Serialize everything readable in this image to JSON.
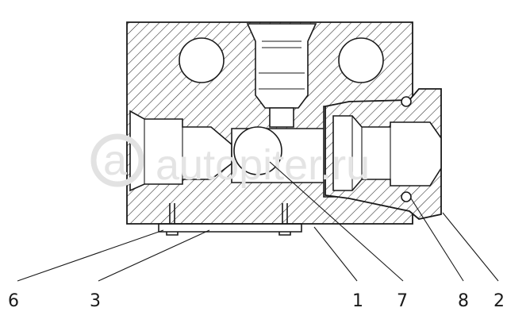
{
  "watermark": {
    "logo_glyph": "a",
    "text": "autopiter.ru"
  },
  "callouts": [
    {
      "id": "6",
      "label": "6"
    },
    {
      "id": "3",
      "label": "3"
    },
    {
      "id": "1",
      "label": "1"
    },
    {
      "id": "7",
      "label": "7"
    },
    {
      "id": "8",
      "label": "8"
    },
    {
      "id": "2",
      "label": "2"
    }
  ]
}
